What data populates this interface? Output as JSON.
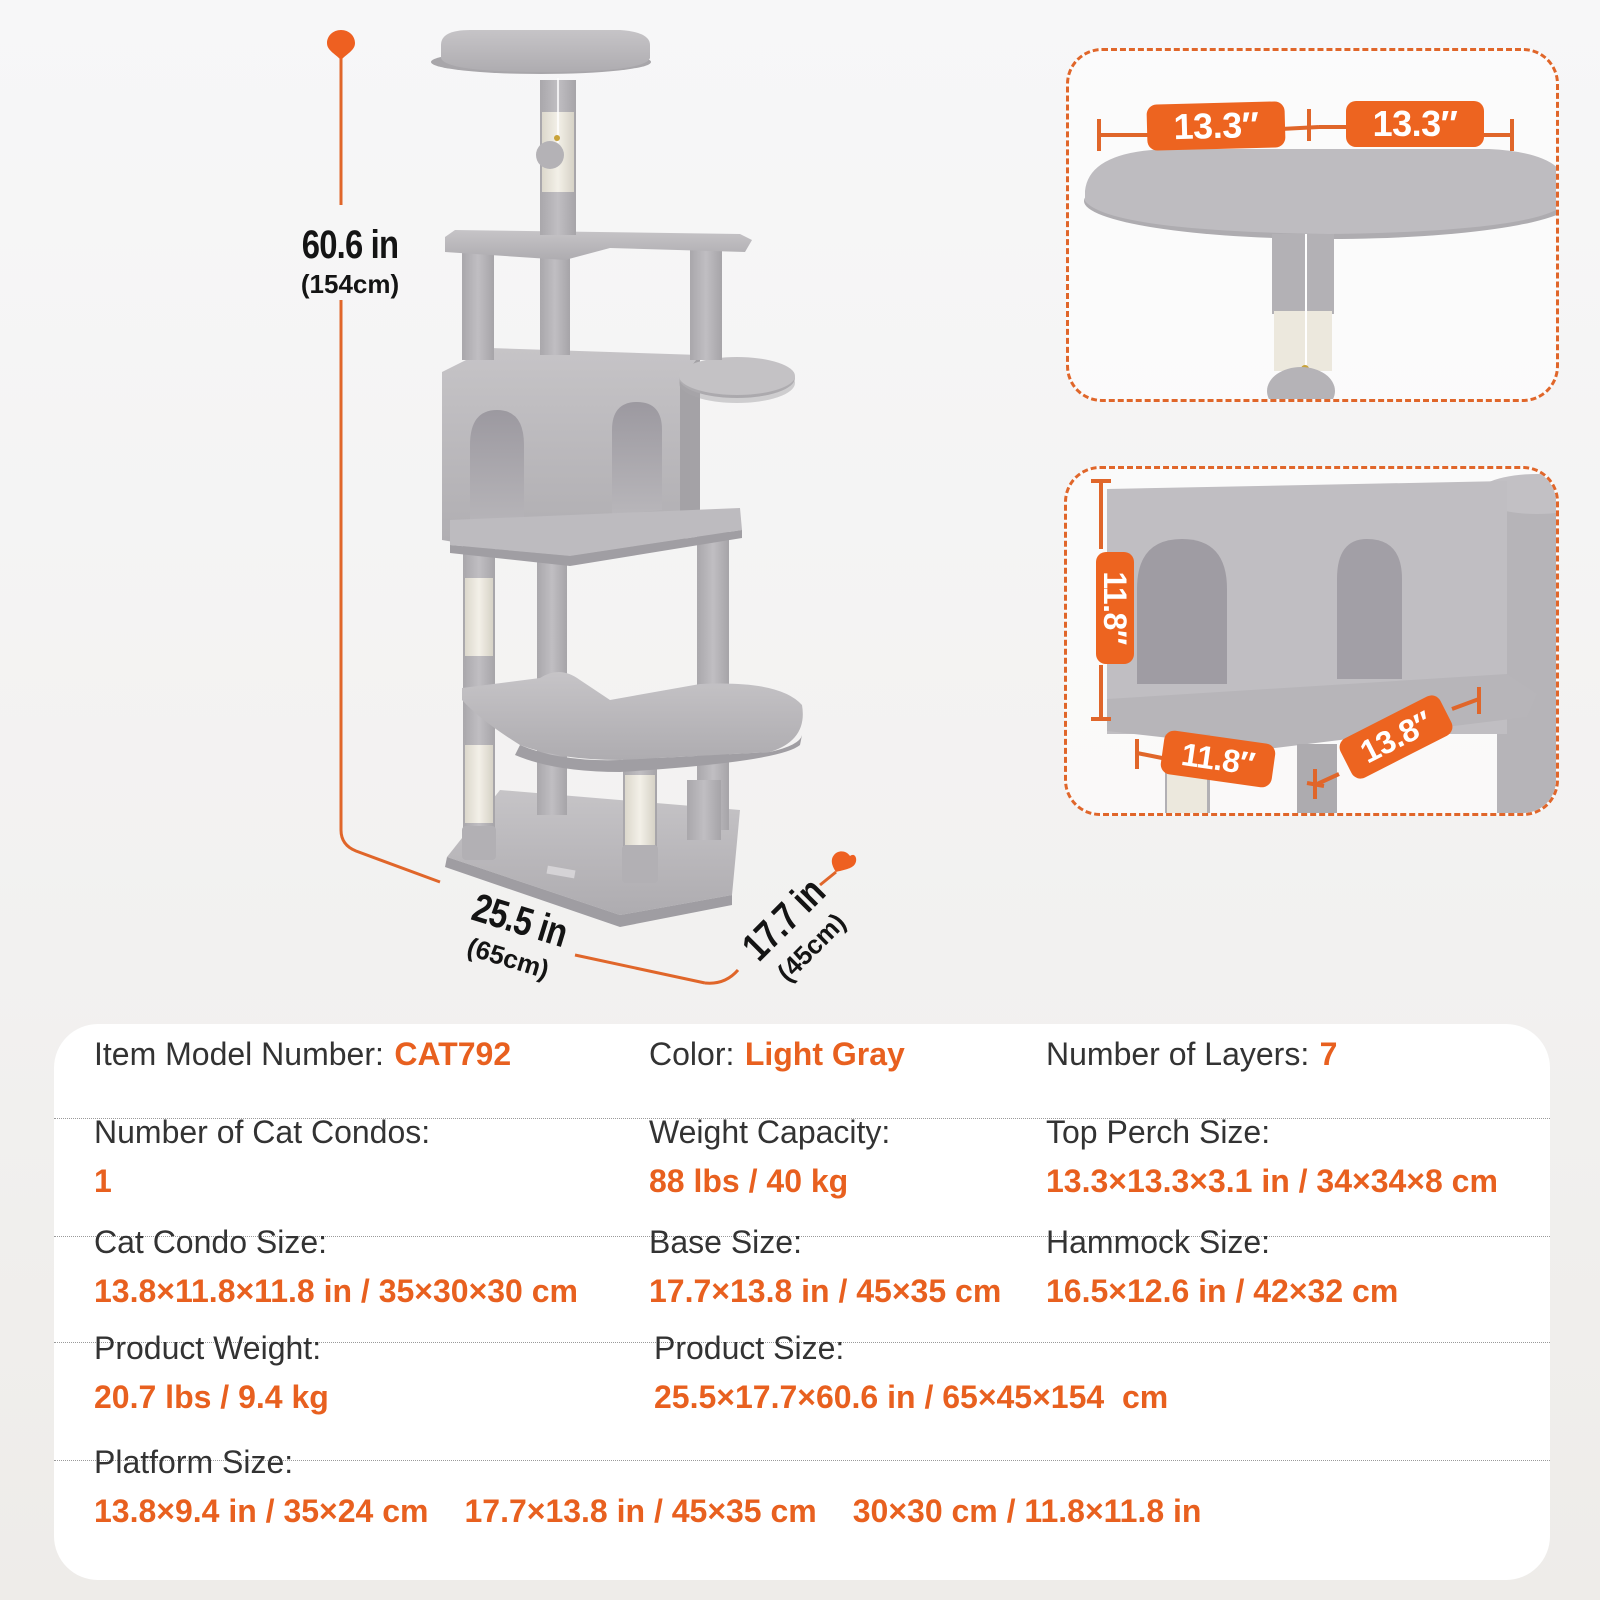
{
  "dimensions": {
    "height": {
      "inches": "60.6 in",
      "cm": "(154cm)"
    },
    "width": {
      "inches": "25.5 in",
      "cm": "(65cm)"
    },
    "depth": {
      "inches": "17.7 in",
      "cm": "(45cm)"
    }
  },
  "callouts": {
    "top_perch": {
      "left_width": "13.3″",
      "right_width": "13.3″"
    },
    "cat_condo": {
      "height": "11.8″",
      "width": "11.8″",
      "depth": "13.8″"
    }
  },
  "colors": {
    "accent": "#ed6420",
    "value_text": "#e8601f",
    "label_text": "#333333",
    "fur": "#bcbabd",
    "sisal": "#eeeadf"
  },
  "specs": {
    "row1": {
      "model": {
        "label": "Item Model Number:",
        "value": "CAT792"
      },
      "color": {
        "label": "Color:",
        "value": "Light Gray"
      },
      "layers": {
        "label": "Number of Layers:",
        "value": "7"
      }
    },
    "row2": {
      "condos": {
        "label": "Number of Cat Condos:",
        "value": "1"
      },
      "weight_capacity": {
        "label": "Weight Capacity:",
        "value": "88 lbs / 40 kg"
      },
      "top_perch": {
        "label": "Top Perch Size:",
        "value": "13.3×13.3×3.1 in / 34×34×8 cm"
      }
    },
    "row3": {
      "condo_size": {
        "label": "Cat Condo Size:",
        "value": "13.8×11.8×11.8 in / 35×30×30 cm"
      },
      "base_size": {
        "label": "Base Size:",
        "value": "17.7×13.8 in / 45×35 cm"
      },
      "hammock_size": {
        "label": "Hammock Size:",
        "value": "16.5×12.6 in / 42×32 cm"
      }
    },
    "row4": {
      "product_weight": {
        "label": "Product Weight:",
        "value": "20.7 lbs / 9.4 kg"
      },
      "product_size": {
        "label": "Product Size:",
        "value": "25.5×17.7×60.6 in / 65×45×154  cm"
      }
    },
    "row5": {
      "platform_size": {
        "label": "Platform Size:",
        "values": [
          "13.8×9.4 in / 35×24 cm",
          "17.7×13.8 in / 45×35 cm",
          "30×30 cm / 11.8×11.8 in"
        ]
      }
    }
  }
}
